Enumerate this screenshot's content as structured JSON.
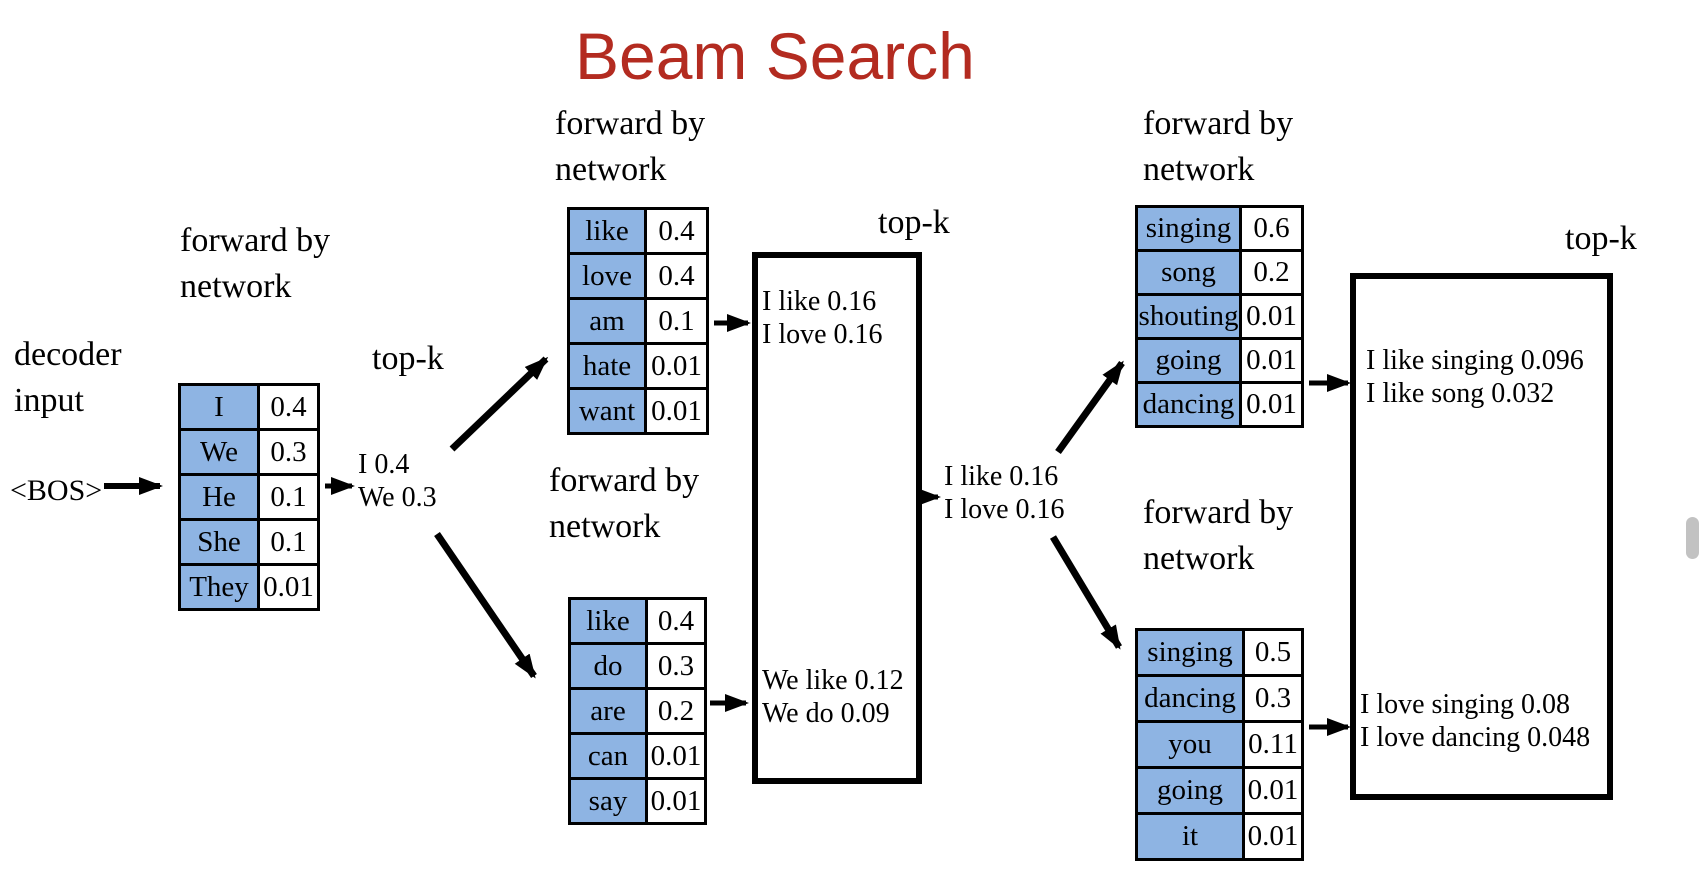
{
  "title": "Beam Search",
  "labels": {
    "decoder_line1": "decoder",
    "decoder_line2": "input",
    "bos": "<BOS>",
    "forward_line1": "forward by",
    "forward_line2": "network",
    "topk": "top-k"
  },
  "tables": {
    "t1": {
      "rows": [
        {
          "word": "I",
          "prob": "0.4"
        },
        {
          "word": "We",
          "prob": "0.3"
        },
        {
          "word": "He",
          "prob": "0.1"
        },
        {
          "word": "She",
          "prob": "0.1"
        },
        {
          "word": "They",
          "prob": "0.01"
        }
      ]
    },
    "t2": {
      "rows": [
        {
          "word": "like",
          "prob": "0.4"
        },
        {
          "word": "love",
          "prob": "0.4"
        },
        {
          "word": "am",
          "prob": "0.1"
        },
        {
          "word": "hate",
          "prob": "0.01"
        },
        {
          "word": "want",
          "prob": "0.01"
        }
      ]
    },
    "t3": {
      "rows": [
        {
          "word": "like",
          "prob": "0.4"
        },
        {
          "word": "do",
          "prob": "0.3"
        },
        {
          "word": "are",
          "prob": "0.2"
        },
        {
          "word": "can",
          "prob": "0.01"
        },
        {
          "word": "say",
          "prob": "0.01"
        }
      ]
    },
    "t4": {
      "rows": [
        {
          "word": "singing",
          "prob": "0.6"
        },
        {
          "word": "song",
          "prob": "0.2"
        },
        {
          "word": "shouting",
          "prob": "0.01"
        },
        {
          "word": "going",
          "prob": "0.01"
        },
        {
          "word": "dancing",
          "prob": "0.01"
        }
      ]
    },
    "t5": {
      "rows": [
        {
          "word": "singing",
          "prob": "0.5"
        },
        {
          "word": "dancing",
          "prob": "0.3"
        },
        {
          "word": "you",
          "prob": "0.11"
        },
        {
          "word": "going",
          "prob": "0.01"
        },
        {
          "word": "it",
          "prob": "0.01"
        }
      ]
    }
  },
  "beams": {
    "step1": {
      "line1": "I 0.4",
      "line2": "We 0.3"
    },
    "step2_top": {
      "line1": "I like 0.16",
      "line2": "I love 0.16"
    },
    "step2_bottom": {
      "line1": "We like 0.12",
      "line2": "We do 0.09"
    },
    "step2_selected": {
      "line1": "I like 0.16",
      "line2": "I love 0.16"
    },
    "step3_top": {
      "line1": "I like singing 0.096",
      "line2": "I like song 0.032"
    },
    "step3_bottom": {
      "line1": "I love singing 0.08",
      "line2": "I love dancing 0.048"
    }
  },
  "colors": {
    "title_red": "#b32b20",
    "cell_blue": "#8eb4e3",
    "arrow_black": "#000000",
    "scrollbar_gray": "#c2c2c2"
  }
}
